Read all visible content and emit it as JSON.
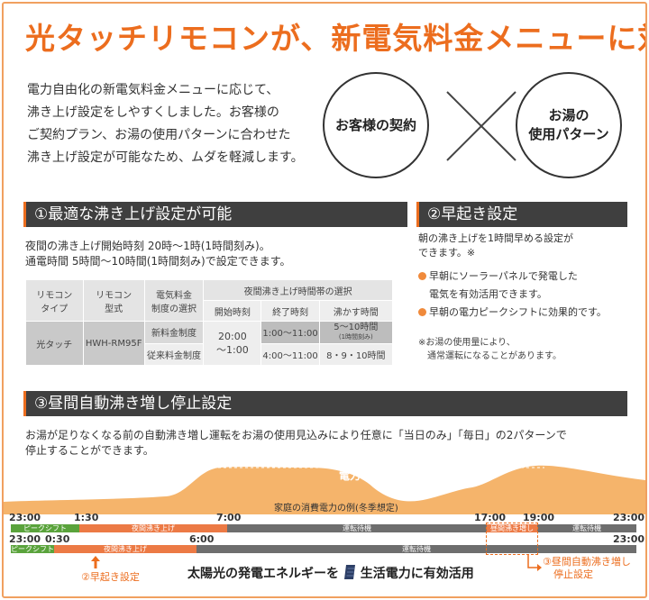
{
  "title": "光タッチリモコンが、新電気料金メニューに対応。",
  "intro": {
    "lines": [
      "電力自由化の新電気料金メニューに応じて、",
      "沸き上げ設定をしやすくしました。お客様の",
      "ご契約プラン、お湯の使用パターンに合わせた",
      "沸き上げ設定が可能なため、ムダを軽減します。"
    ]
  },
  "circles": {
    "contract": "お客様の契約",
    "usage_line1": "お湯の",
    "usage_line2": "使用パターン"
  },
  "section1": {
    "title": "①最適な沸き上げ設定が可能",
    "desc1": "夜間の沸き上げ開始時刻 20時〜1時(1時間刻み)。",
    "desc2": "通電時間 5時間〜10時間(1時間刻み)で設定できます。",
    "table": {
      "h_remote_type_1": "リモコン",
      "h_remote_type_2": "タイプ",
      "h_remote_model_1": "リモコン",
      "h_remote_model_2": "型式",
      "h_plan_1": "電気料金",
      "h_plan_2": "制度の選択",
      "h_group": "夜間沸き上げ時間帯の選択",
      "h_start": "開始時刻",
      "h_end": "終了時刻",
      "h_boil": "沸かす時間",
      "type": "光タッチ",
      "model": "HWH-RM95F",
      "plan_new": "新料金制度",
      "plan_old": "従来料金制度",
      "start_1": "20:00",
      "start_2": "〜1:00",
      "end_new": "1:00〜11:00",
      "end_old": "4:00〜11:00",
      "boil_new": "5〜10時間",
      "boil_new_note": "(1時間刻み)",
      "boil_old": "8・9・10時間"
    }
  },
  "section2": {
    "title": "②早起き設定",
    "desc1": "朝の沸き上げを1時間早める設定が",
    "desc2": "できます。※",
    "bullet1_line1": "早朝にソーラーパネルで発電した",
    "bullet1_line2": "電気を有効活用できます。",
    "bullet2": "早朝の電力ピークシフトに効果的です。",
    "note1": "※お湯の使用量により、",
    "note2": "通常運転になることがあります。"
  },
  "section3": {
    "title": "③昼間自動沸き増し停止設定",
    "desc1": "お湯が足りなくなる前の自動沸き増し運転をお湯の使用見込みにより任意に「当日のみ」「毎日」の2パターンで",
    "desc2": "停止することができます。",
    "peak_label": "電力ピーク",
    "consumption_label": "家庭の消費電力の例(冬季想定)"
  },
  "timeline": {
    "row1": {
      "t_start": "23:00",
      "t_a": "1:30",
      "t_b": "7:00",
      "t_c": "17:00",
      "t_d": "19:00",
      "t_end": "23:00",
      "seg_peakshift": "ピークシフト",
      "seg_night": "夜間沸き上げ",
      "seg_standby1": "運転待機",
      "seg_day": "昼間沸き増し",
      "seg_standby2": "運転待機"
    },
    "row2": {
      "t_start": "23:00",
      "t_a": "0:30",
      "t_b": "6:00",
      "t_end": "23:00",
      "seg_peakshift": "ピークシフト",
      "seg_night": "夜間沸き上げ",
      "seg_standby": "運転待機"
    },
    "note_early": "②早起き設定",
    "note_stop_1": "③昼間自動沸き増し",
    "note_stop_2": "停止設定",
    "solar_part1": "太陽光の発電エネルギーを",
    "solar_part2": "生活電力に有効活用"
  },
  "colors": {
    "accent": "#ec6d1e",
    "dark_bar": "#3f3f3f",
    "green": "#5aa33c",
    "orange_seg": "#ec7a45",
    "gray_seg": "#6e6e6e",
    "chart_fill": "#f5b46b"
  }
}
